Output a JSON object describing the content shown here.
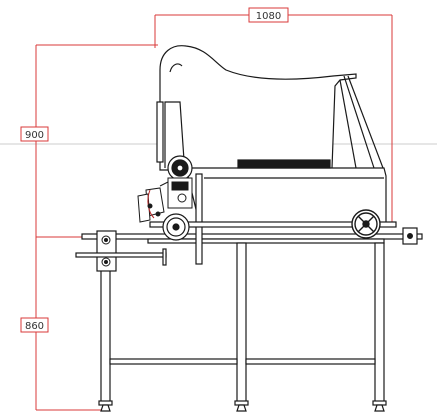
{
  "dimensions": {
    "width_label": "1080",
    "upper_height_label": "900",
    "lower_height_label": "860"
  },
  "colors": {
    "dimension": "#d93a3a",
    "outline": "#1a1a1a",
    "background": "#ffffff",
    "guide": "#cccccc"
  }
}
